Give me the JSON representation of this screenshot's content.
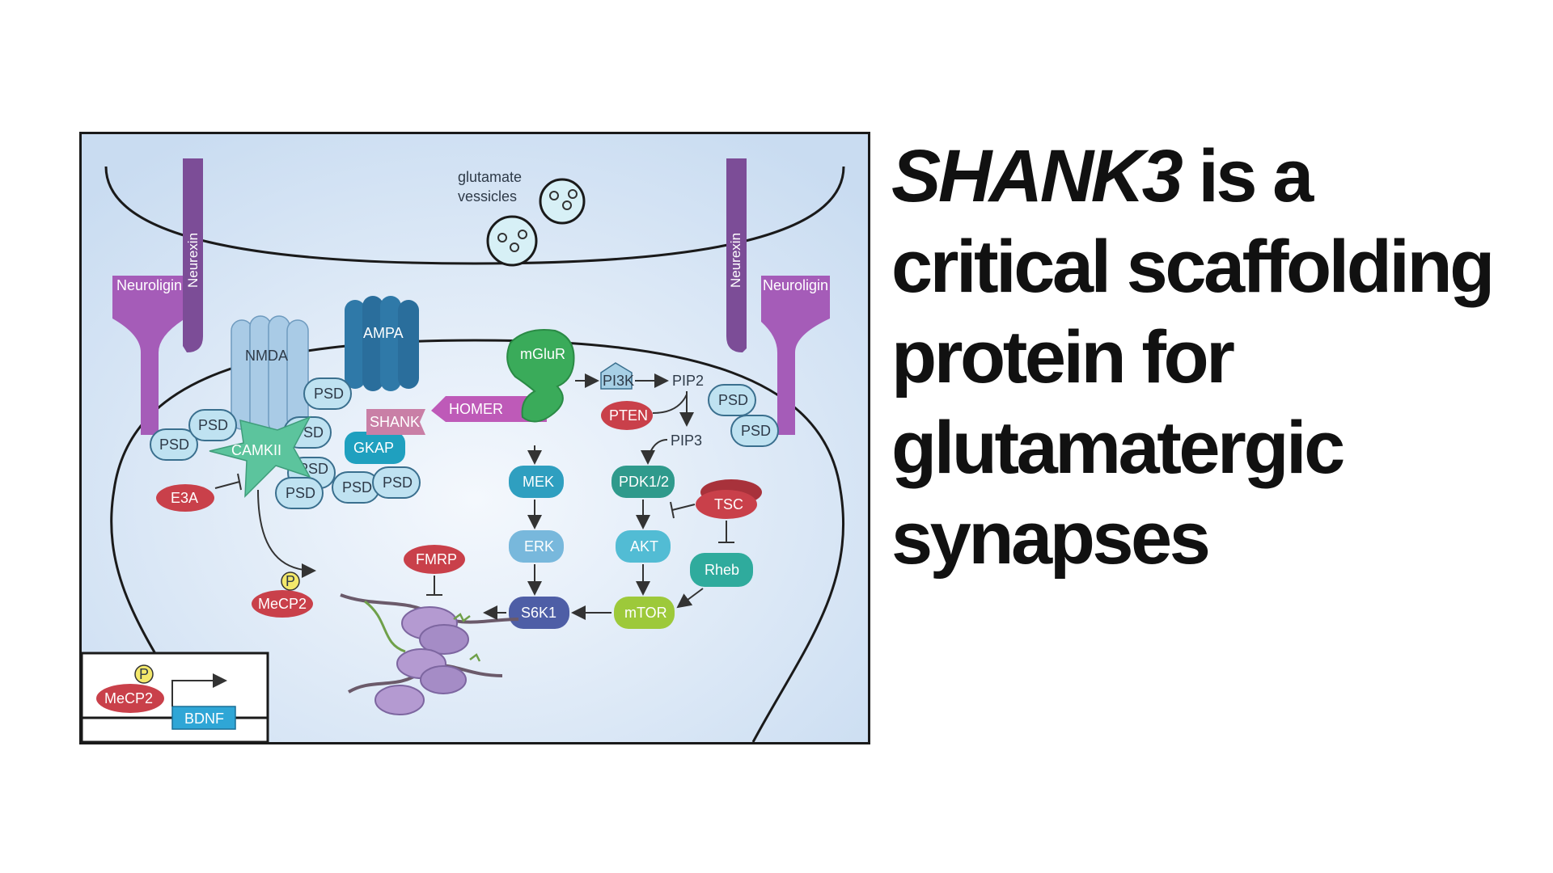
{
  "headline": {
    "gene": "SHANK3",
    "rest": "is a critical scaffolding protein for glutamatergic synapses"
  },
  "diagram": {
    "vesicles_line1": "glutamate",
    "vesicles_line2": "vessicles",
    "neuroligin": "Neuroligin",
    "neurexin": "Neurexin",
    "nmda": "NMDA",
    "ampa": "AMPA",
    "psd": "PSD",
    "camkii": "CAMKII",
    "shank": "SHANK",
    "homer": "HOMER",
    "gkap": "GKAP",
    "mglur": "mGluR",
    "pi3k": "PI3K",
    "pip2": "PIP2",
    "pip3": "PIP3",
    "pten": "PTEN",
    "mek": "MEK",
    "erk": "ERK",
    "s6k1": "S6K1",
    "pdk12": "PDK1/2",
    "akt": "AKT",
    "mtor": "mTOR",
    "tsc": "TSC",
    "rheb": "Rheb",
    "e3a": "E3A",
    "fmrp": "FMRP",
    "phospho": "P",
    "mecp2": "MeCP2",
    "bdnf": "BDNF"
  },
  "colors": {
    "background": "#e4eefa",
    "psd": "#bfe2f1",
    "nmda": "#a9cbe6",
    "ampa": "#2f79a8",
    "camkii": "#5cc49d",
    "shank": "#c97fa6",
    "homer": "#be5ab8",
    "gkap": "#1fa0bf",
    "mglur": "#3aab5a",
    "neuroligin": "#a55cb8",
    "neurexin": "#7c4d97",
    "red_node": "#c9404a",
    "mek": "#2f9fc0",
    "erk": "#78b8dc",
    "s6k1": "#4e5ea6",
    "pdk12": "#2f9a8c",
    "akt": "#52bcd4",
    "mtor": "#9dc93a",
    "rheb": "#2fab9d",
    "bdnf": "#2fa6d6",
    "phospho": "#f3e86b"
  }
}
